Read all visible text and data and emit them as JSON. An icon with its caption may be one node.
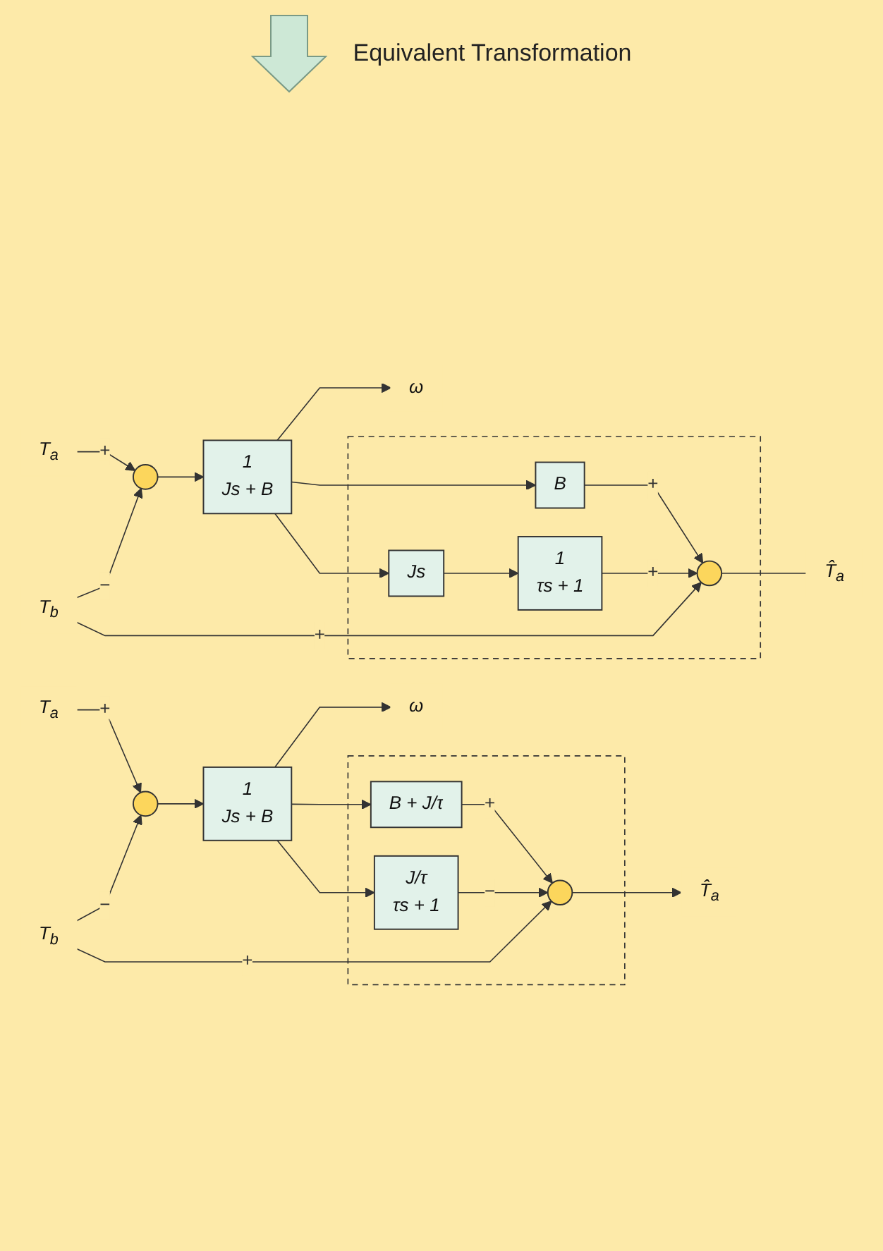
{
  "diagram": {
    "nodes": [
      {
        "text": [
          "T$_{a}$"
        ]
      },
      {
        "text": [
          "T$_{b}$"
        ]
      },
      {
        "text": [],
        "shape": "circle"
      },
      {
        "text": [
          "1",
          "Js + B"
        ]
      },
      {
        "text": [
          "ω"
        ]
      },
      {
        "text": [],
        "shape": "box"
      },
      {
        "text": [
          "B"
        ],
        "in": 5
      },
      {
        "text": [],
        "shape": "circle",
        "in": 5
      },
      {
        "text": [
          "1",
          "τs + 1"
        ],
        "in": 5
      },
      {
        "text": [
          "Js"
        ],
        "in": 5
      },
      {
        "text": [
          "T̂$_{a}$"
        ]
      },
      {
        "text": [
          "T$_{a}$"
        ]
      },
      {
        "text": [
          "T$_{b}$"
        ]
      },
      {
        "text": [],
        "shape": "circle"
      },
      {
        "text": [
          "1",
          "Js + B"
        ]
      },
      {
        "text": [
          "ω"
        ]
      },
      {
        "text": [],
        "shape": "box"
      },
      {
        "text": [
          "B + J/τ"
        ],
        "in": 16
      },
      {
        "text": [],
        "shape": "circle",
        "in": 16
      },
      {
        "text": [
          "J/τ",
          "τs + 1"
        ],
        "in": 16
      },
      {
        "text": [
          "T̂$_{a}$"
        ]
      }
    ],
    "edges": [
      {
        "from": 0,
        "to": 2,
        "arrow": "to",
        "label": "+"
      },
      {
        "from": 1,
        "to": 2,
        "arrow": "to",
        "label": "−"
      },
      {
        "from": 2,
        "to": 3,
        "arrow": "to"
      },
      {
        "from": 3,
        "to": 4,
        "arrow": "to"
      },
      {
        "from": 3,
        "to": 6,
        "arrow": "to"
      },
      {
        "from": 3,
        "to": 9,
        "arrow": "to"
      },
      {
        "from": 6,
        "to": 7,
        "arrow": "to",
        "label": "+"
      },
      {
        "from": 1,
        "to": 7,
        "arrow": "to",
        "label": "+"
      },
      {
        "from": 9,
        "to": 8,
        "arrow": "to"
      },
      {
        "from": 8,
        "to": 7,
        "arrow": "to",
        "label": "+"
      },
      {
        "from": 7,
        "to": 10,
        "arrow": "none"
      },
      {
        "from": 11,
        "to": 13,
        "arrow": "to",
        "label": "+"
      },
      {
        "from": 12,
        "to": 13,
        "arrow": "to",
        "label": "−"
      },
      {
        "from": 13,
        "to": 14,
        "arrow": "to"
      },
      {
        "from": 14,
        "to": 15,
        "arrow": "to"
      },
      {
        "from": 14,
        "to": 17,
        "arrow": "to"
      },
      {
        "from": 14,
        "to": 19,
        "arrow": "to"
      },
      {
        "from": 17,
        "to": 18,
        "arrow": "to",
        "label": "+"
      },
      {
        "from": 12,
        "to": 18,
        "arrow": "to",
        "label": "+"
      },
      {
        "from": 19,
        "to": 18,
        "arrow": "to",
        "label": "−"
      },
      {
        "from": 18,
        "to": 20,
        "arrow": "to"
      }
    ],
    "labels": [
      "Equivalent Transformation"
    ]
  }
}
